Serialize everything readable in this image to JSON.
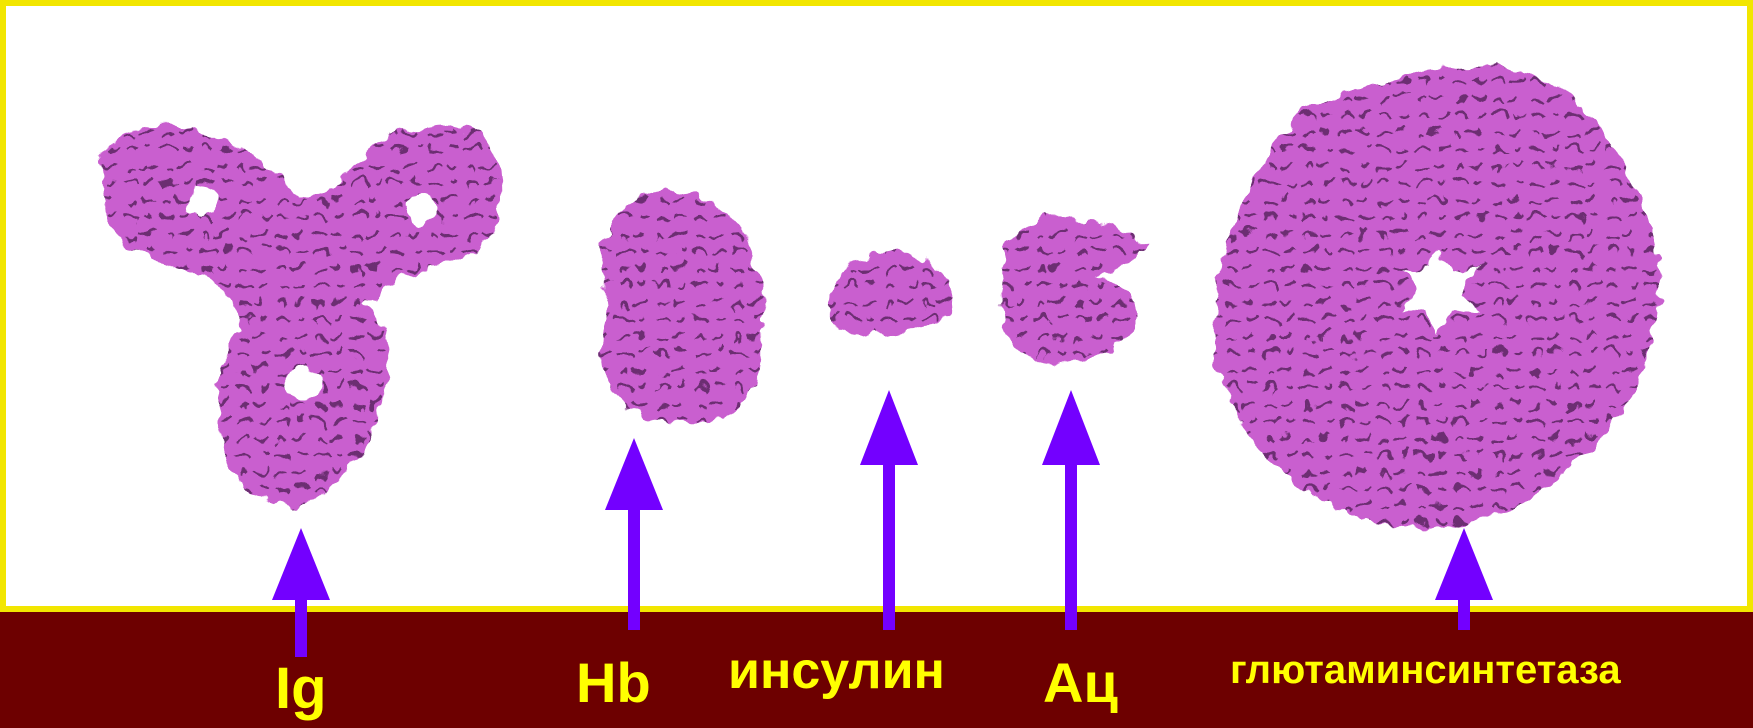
{
  "colors": {
    "background": "#6d0000",
    "panel": "#ffffff",
    "panel_border": "#f2e600",
    "label": "#ffff00",
    "arrow": "#7300ff",
    "protein": "#c95fcf",
    "protein_shadow": "#3a1540"
  },
  "images": [
    {
      "name": "immunoglobulin-structure",
      "depicts": "Ig"
    },
    {
      "name": "hemoglobin-structure",
      "depicts": "Hb"
    },
    {
      "name": "insulin-structure",
      "depicts": "инсулин"
    },
    {
      "name": "ac-structure",
      "depicts": "Ац"
    },
    {
      "name": "glutamine-synthetase-structure",
      "depicts": "глютаминсинтетаза"
    }
  ],
  "labels": {
    "ig": "Ig",
    "hb": "Hb",
    "insulin": "инсулин",
    "ac": "Ац",
    "glutamine_synthetase": "глютаминсинтетаза"
  }
}
